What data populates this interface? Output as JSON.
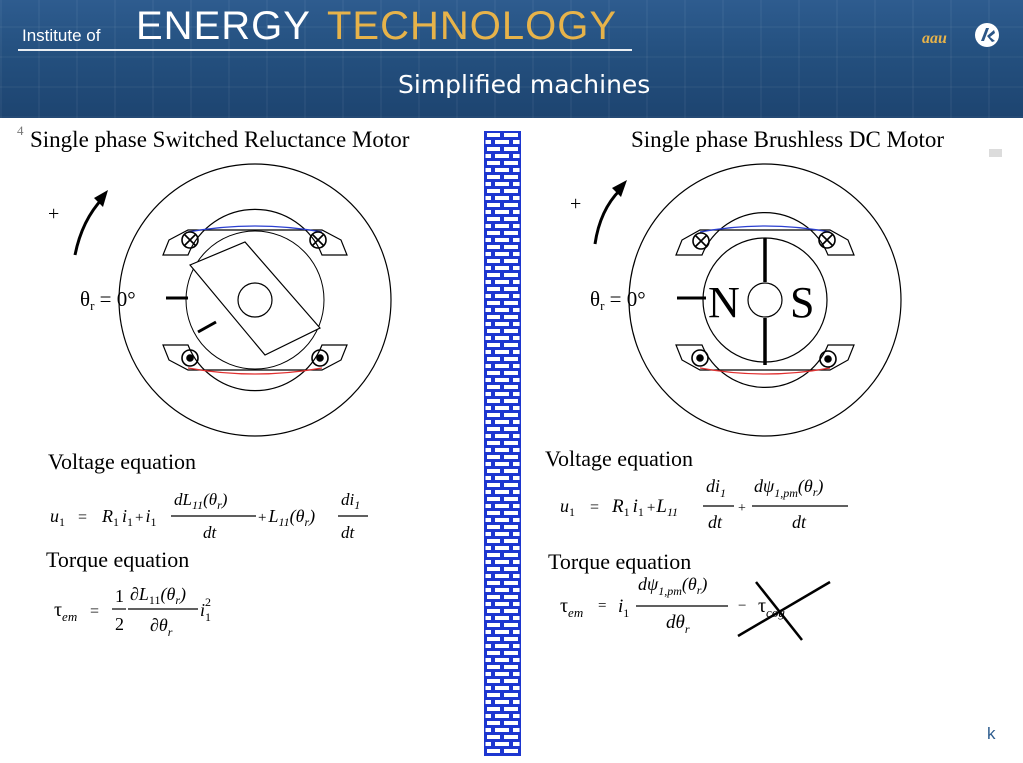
{
  "header": {
    "institute": "Institute of",
    "energy": "ENERGY",
    "technology": "TECHNOLOGY",
    "aau": "aau",
    "slide_title": "Simplified machines",
    "colors": {
      "banner": "#24507f",
      "accent": "#e7b34a",
      "text": "#ffffff"
    }
  },
  "slide_number": "4",
  "left": {
    "title": "Single phase Switched Reluctance Motor",
    "plus_sign": "+",
    "theta_label": "θ",
    "theta_sub": "r",
    "theta_value": " = 0°",
    "voltage_heading": "Voltage equation",
    "torque_heading": "Torque equation",
    "coil_colors": {
      "top": "#2b3fd0",
      "bottom": "#e03030"
    }
  },
  "right": {
    "title": "Single phase Brushless DC Motor",
    "plus_sign": "+",
    "theta_label": "θ",
    "theta_sub": "r",
    "theta_value": " = 0°",
    "pole_n": "N",
    "pole_s": "S",
    "voltage_heading": "Voltage equation",
    "torque_heading": "Torque equation",
    "coil_colors": {
      "top": "#2b3fd0",
      "bottom": "#e03030"
    }
  },
  "equations": {
    "left_voltage": {
      "u": "u",
      "u_sub": "1",
      "eq": "=",
      "R": "R",
      "R_sub": "1",
      "i": "i",
      "i_sub": "1",
      "plus": "+",
      "i2": "i",
      "i2_sub": "1",
      "frac1_num_d": "dL",
      "frac1_num_sub": "11",
      "frac1_num_arg": "(θ",
      "frac1_num_arg_sub": "r",
      "frac1_num_close": ")",
      "frac1_den": "dt",
      "plus2": "+",
      "L": "L",
      "L_sub": "11",
      "L_arg": "(θ",
      "L_arg_sub": "r",
      "L_close": ")",
      "frac2_num": "di",
      "frac2_num_sub": "1",
      "frac2_den": "dt"
    },
    "left_torque": {
      "tau": "τ",
      "tau_sub": "em",
      "eq": "=",
      "half_num": "1",
      "half_den": "2",
      "frac_num": "∂L",
      "frac_num_sub": "11",
      "frac_num_arg": "(θ",
      "frac_num_arg_sub": "r",
      "frac_num_close": ")",
      "frac_den": "∂θ",
      "frac_den_sub": "r",
      "i": "i",
      "i_sub": "1",
      "i_sup": "2"
    },
    "right_voltage": {
      "u": "u",
      "u_sub": "1",
      "eq": "=",
      "R": "R",
      "R_sub": "1",
      "i": "i",
      "i_sub": "1",
      "plus": "+",
      "L": "L",
      "L_sub": "11",
      "frac1_num": "di",
      "frac1_num_sub": "1",
      "frac1_den": "dt",
      "plus2": "+",
      "frac2_num": "dψ",
      "frac2_num_sub": "1,pm",
      "frac2_num_arg": "(θ",
      "frac2_num_arg_sub": "r",
      "frac2_num_close": ")",
      "frac2_den": "dt"
    },
    "right_torque": {
      "tau": "τ",
      "tau_sub": "em",
      "eq": "=",
      "i": "i",
      "i_sub": "1",
      "frac_num": "dψ",
      "frac_num_sub": "1,pm",
      "frac_num_arg": "(θ",
      "frac_num_arg_sub": "r",
      "frac_num_close": ")",
      "frac_den": "dθ",
      "frac_den_sub": "r",
      "minus": "−",
      "tau2": "τ",
      "tau2_sub": "cog"
    }
  },
  "page_letter": "k"
}
